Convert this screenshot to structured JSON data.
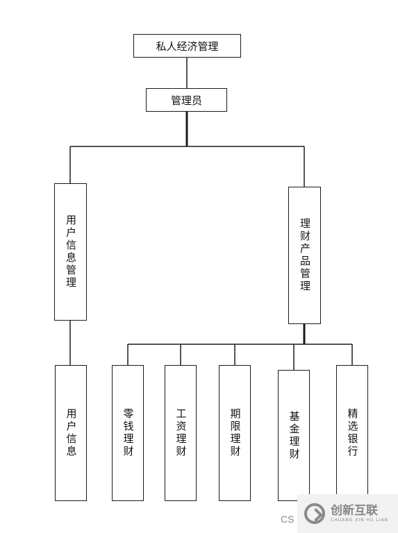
{
  "diagram": {
    "root": {
      "label": "私人经济管理"
    },
    "admin": {
      "label": "管理员"
    },
    "branches": [
      {
        "label": "用户信息管理",
        "children": [
          {
            "label": "用户信息"
          }
        ]
      },
      {
        "label": "理财产品管理",
        "children": [
          {
            "label": "零钱理财"
          },
          {
            "label": "工资理财"
          },
          {
            "label": "期限理财"
          },
          {
            "label": "基金理财"
          },
          {
            "label": "精选银行"
          }
        ]
      }
    ]
  },
  "watermark": {
    "prefix": "CS",
    "brand_cn": "创新互联",
    "brand_en": "CHUANG XIN HU LIAN"
  },
  "colors": {
    "line": "#1a1a1a",
    "box_border": "#1a1a1a",
    "watermark": "#888888"
  }
}
